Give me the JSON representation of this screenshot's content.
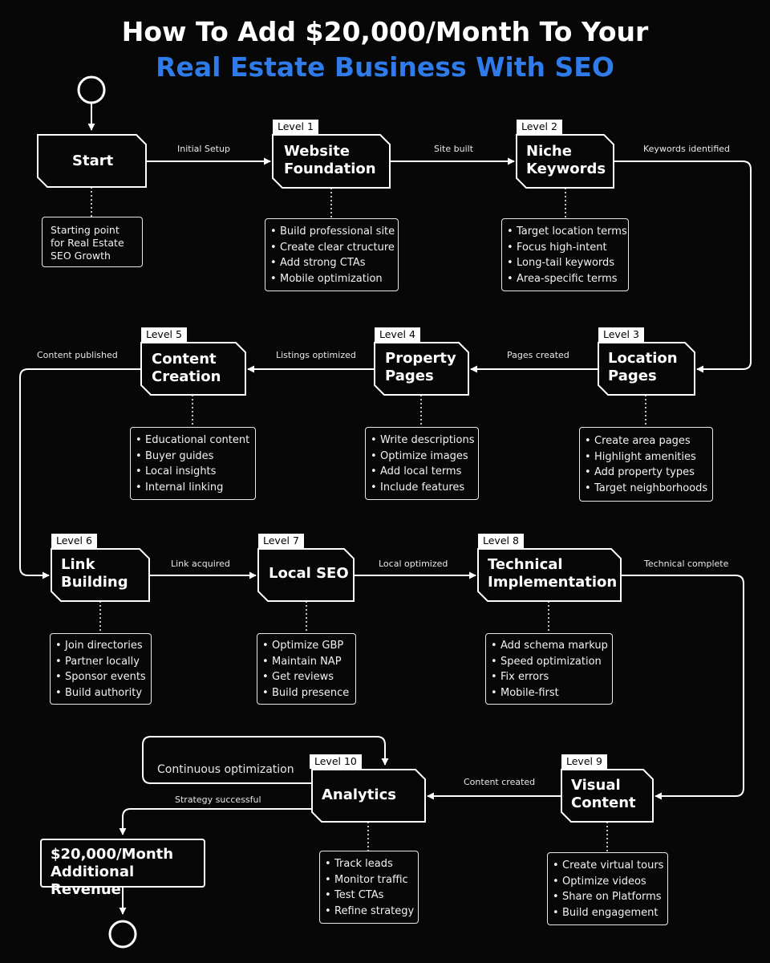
{
  "title": {
    "line1": "How To Add $20,000/Month To Your",
    "line2": "Real Estate Business With SEO"
  },
  "colors": {
    "background": "#070707",
    "accent": "#2f7bea",
    "line": "#ffffff"
  },
  "start": {
    "label": "Start",
    "description": "Starting point for Real Estate SEO Growth"
  },
  "levels": [
    {
      "tag": "Level 1",
      "label": "Website Foundation",
      "items": [
        "Build professional site",
        "Create clear ctructure",
        "Add strong CTAs",
        "Mobile optimization"
      ]
    },
    {
      "tag": "Level 2",
      "label": "Niche Keywords",
      "items": [
        "Target location terms",
        "Focus high-intent",
        "Long-tail keywords",
        "Area-specific terms"
      ]
    },
    {
      "tag": "Level 3",
      "label": "Location Pages",
      "items": [
        "Create area pages",
        "Highlight amenities",
        "Add property types",
        "Target neighborhoods"
      ]
    },
    {
      "tag": "Level 4",
      "label": "Property Pages",
      "items": [
        "Write descriptions",
        "Optimize images",
        "Add local terms",
        "Include features"
      ]
    },
    {
      "tag": "Level 5",
      "label": "Content Creation",
      "items": [
        "Educational content",
        "Buyer guides",
        "Local insights",
        "Internal linking"
      ]
    },
    {
      "tag": "Level 6",
      "label": "Link Building",
      "items": [
        "Join directories",
        "Partner locally",
        "Sponsor events",
        "Build authority"
      ]
    },
    {
      "tag": "Level 7",
      "label": "Local SEO",
      "items": [
        "Optimize GBP",
        "Maintain NAP",
        "Get reviews",
        "Build presence"
      ]
    },
    {
      "tag": "Level 8",
      "label": "Technical Implementation",
      "items": [
        "Add schema markup",
        "Speed optimization",
        "Fix errors",
        "Mobile-first"
      ]
    },
    {
      "tag": "Level 9",
      "label": "Visual Content",
      "items": [
        "Create virtual tours",
        "Optimize videos",
        "Share on Platforms",
        "Build engagement"
      ]
    },
    {
      "tag": "Level 10",
      "label": "Analytics",
      "items": [
        "Track leads",
        "Monitor traffic",
        "Test CTAs",
        "Refine strategy"
      ]
    }
  ],
  "end": {
    "label": "$20,000/Month Additional Revenue"
  },
  "transitions": {
    "start_to_1": "Initial Setup",
    "l1_to_2": "Site built",
    "l2_to_3": "Keywords identified",
    "l3_to_4": "Pages created",
    "l4_to_5": "Listings optimized",
    "l5_to_6": "Content published",
    "l6_to_7": "Link acquired",
    "l7_to_8": "Local optimized",
    "l8_to_9": "Technical complete",
    "l9_to_10": "Content created",
    "l10_loop": "Continuous optimization",
    "l10_to_end": "Strategy successful"
  }
}
